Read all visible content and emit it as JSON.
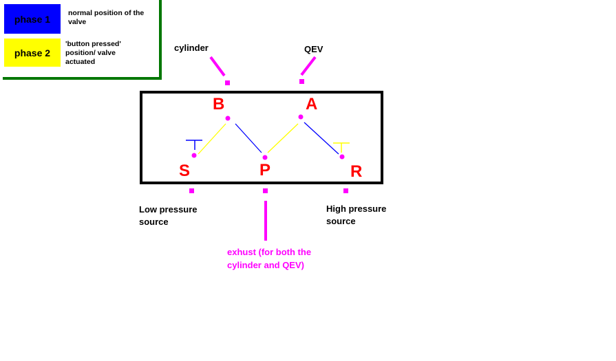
{
  "colors": {
    "phase1": "#0000ff",
    "phase2": "#ffff00",
    "marker": "#ff00ff",
    "port_letter": "#ff0000",
    "legend_border": "#007700",
    "valve_box": "#000000"
  },
  "legend": {
    "phase1": {
      "label": "phase 1",
      "description": "normal position of the valve"
    },
    "phase2": {
      "label": "phase 2",
      "description": "'button pressed' position/ valve actuated"
    }
  },
  "labels": {
    "cylinder": "cylinder",
    "qev": "QEV",
    "low_pressure": "Low pressure source",
    "high_pressure": "High pressure source",
    "exhaust": "exhust (for both the cylinder and QEV)"
  },
  "ports": {
    "B": "B",
    "A": "A",
    "S": "S",
    "P": "P",
    "R": "R"
  }
}
